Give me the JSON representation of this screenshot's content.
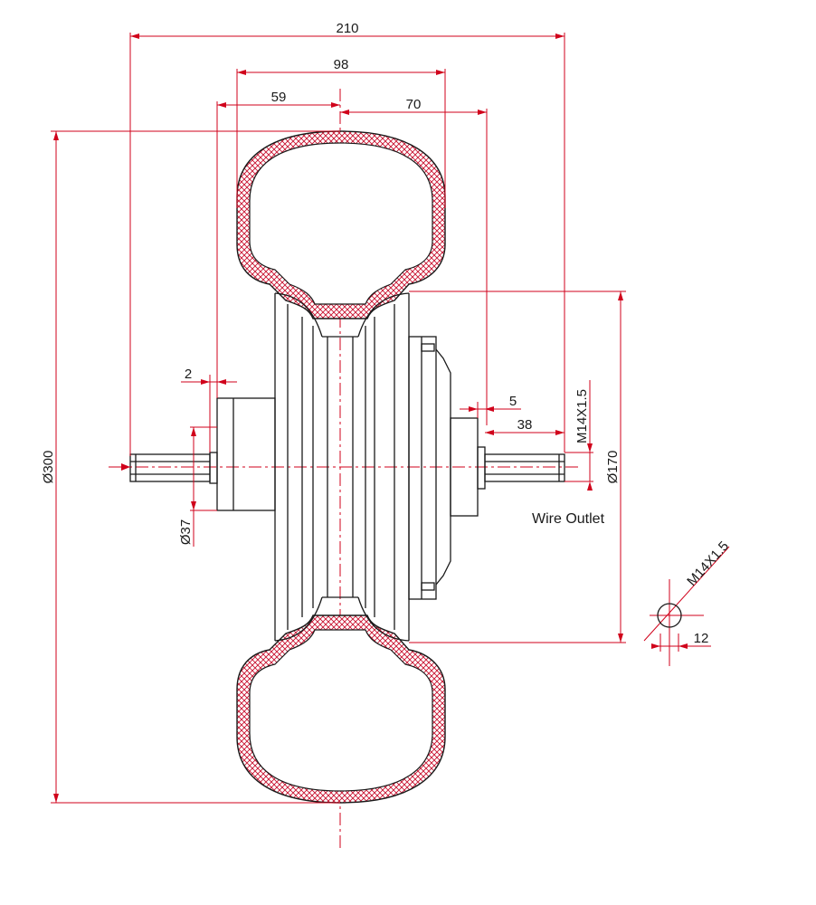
{
  "colors": {
    "dimension": "#d0021b",
    "outline": "#1a1a1a",
    "tire_fill": "#ffffff",
    "tire_hatch": "#c8102e",
    "background": "#ffffff"
  },
  "dimensions": {
    "overall_width": "210",
    "tire_width": "98",
    "axle_to_left": "59",
    "axle_to_right": "70",
    "shaft_step": "2",
    "right_step": "5",
    "right_shaft_length": "38",
    "tire_diameter": "Ø300",
    "hub_diameter": "Ø170",
    "shaft_diameter": "Ø37",
    "thread_right": "M14X1.5",
    "thread_detail": "M14X1.5",
    "flat_width": "12"
  },
  "labels": {
    "wire_outlet": "Wire Outlet"
  }
}
